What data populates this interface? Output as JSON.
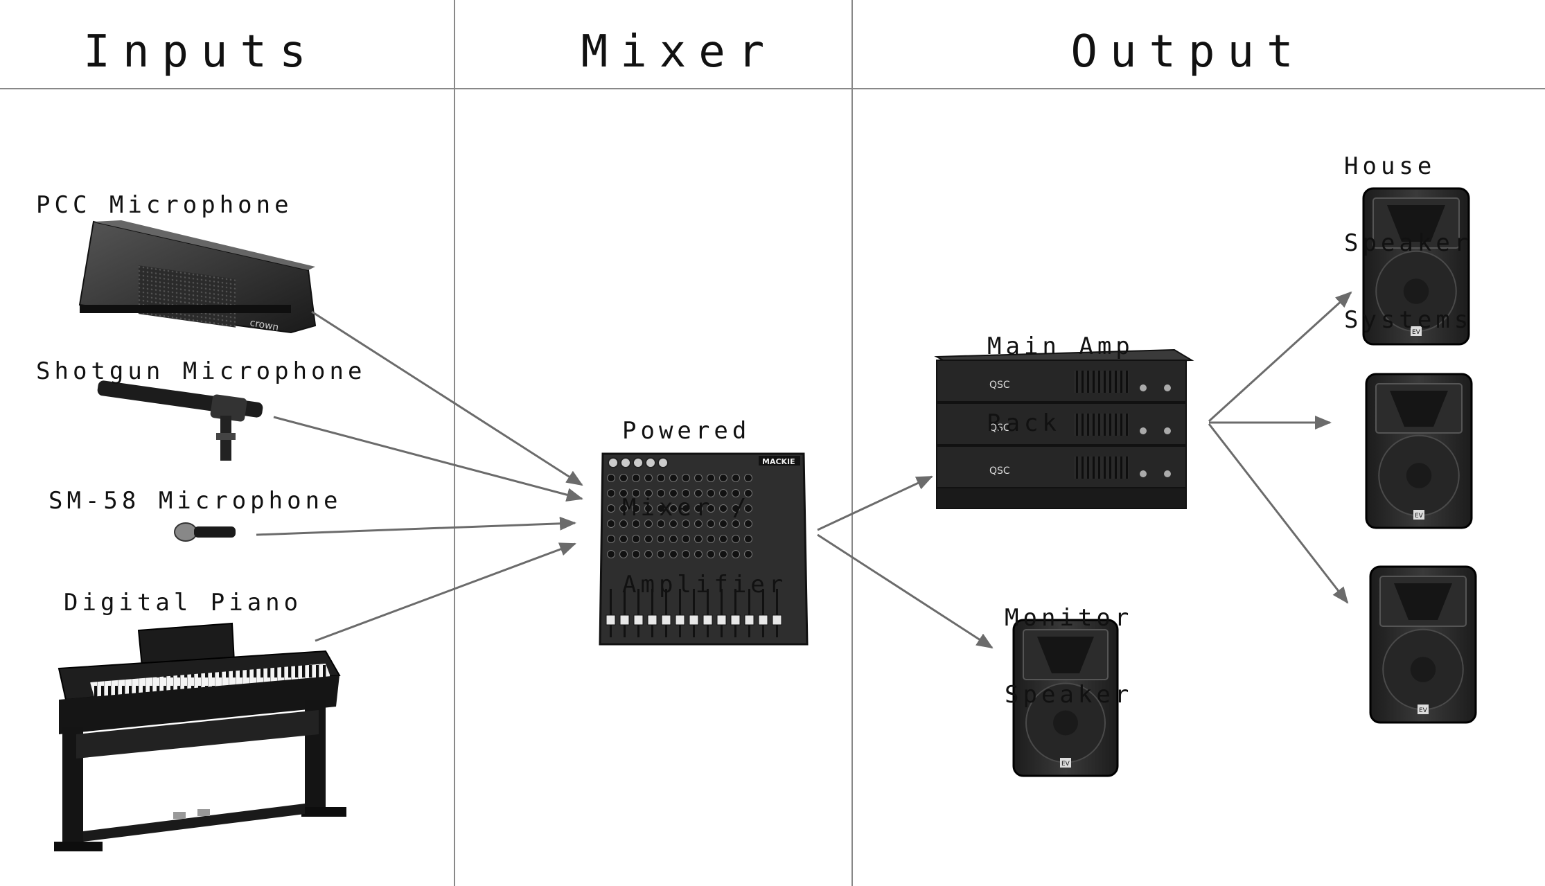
{
  "columns": {
    "inputs": "Inputs",
    "mixer": "Mixer",
    "output": "Output"
  },
  "devices": {
    "pcc_mic": "PCC Microphone",
    "shotgun_mic": "Shotgun Microphone",
    "sm58_mic": "SM-58 Microphone",
    "digital_piano": "Digital Piano",
    "mixer_amp": [
      "Powered",
      "Mixer /",
      "Amplifier"
    ],
    "amp_rack": [
      "Main Amp",
      "Rack"
    ],
    "monitor_speaker": [
      "Monitor",
      "Speaker"
    ],
    "house_speakers": [
      "House",
      "Speaker",
      "Systems"
    ]
  },
  "badges": {
    "mixer_brand": "MACKIE",
    "amp_brand": "QSC",
    "speaker_brand": "EV",
    "mic_brand": "crown"
  },
  "colors": {
    "line": "#888888",
    "arrow": "#6b6b6b",
    "device_dark": "#2a2a2a",
    "device_mid": "#4a4a4a"
  }
}
